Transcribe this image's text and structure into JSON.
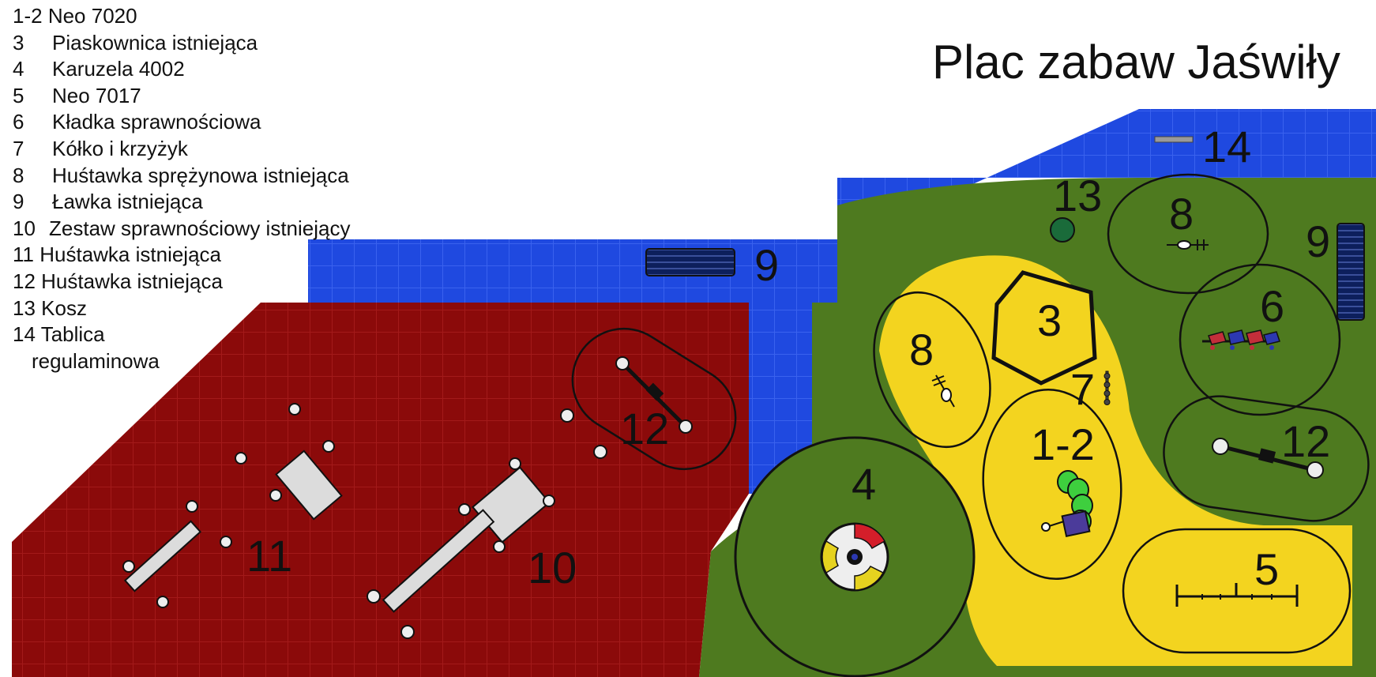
{
  "title": "Plac zabaw Jaświły",
  "legend": [
    {
      "num": "1-2",
      "name": "Neo 7020"
    },
    {
      "num": "3",
      "name": "Piaskownica istniejąca"
    },
    {
      "num": "4",
      "name": "Karuzela 4002"
    },
    {
      "num": "5",
      "name": "Neo 7017"
    },
    {
      "num": "6",
      "name": "Kładka sprawnościowa"
    },
    {
      "num": "7",
      "name": "Kółko i krzyżyk"
    },
    {
      "num": "8",
      "name": "Huśtawka sprężynowa istniejąca"
    },
    {
      "num": "9",
      "name": "Ławka istniejąca"
    },
    {
      "num": "10",
      "name": "Zestaw sprawnościowy istniejący"
    },
    {
      "num": "11",
      "name": "Huśtawka istniejąca"
    },
    {
      "num": "12",
      "name": "Huśtawka istniejąca"
    },
    {
      "num": "13",
      "name": "Kosz"
    },
    {
      "num": "14",
      "name": "Tablica"
    },
    {
      "num": "",
      "name": "regulaminowa"
    }
  ],
  "map_labels": {
    "l1_2": "1-2",
    "l3": "3",
    "l4": "4",
    "l5": "5",
    "l6": "6",
    "l7": "7",
    "l8a": "8",
    "l8b": "8",
    "l9a": "9",
    "l9b": "9",
    "l10": "10",
    "l11": "11",
    "l12a": "12",
    "l12b": "12",
    "l13": "13",
    "l14": "14"
  },
  "colors": {
    "paving_blue": "#1f49e0",
    "surface_red": "#8b0a0a",
    "grass_green": "#4e7a1f",
    "sand_yellow": "#f3d41f",
    "equipment_gray": "#d9d9d9",
    "outline": "#111111"
  }
}
